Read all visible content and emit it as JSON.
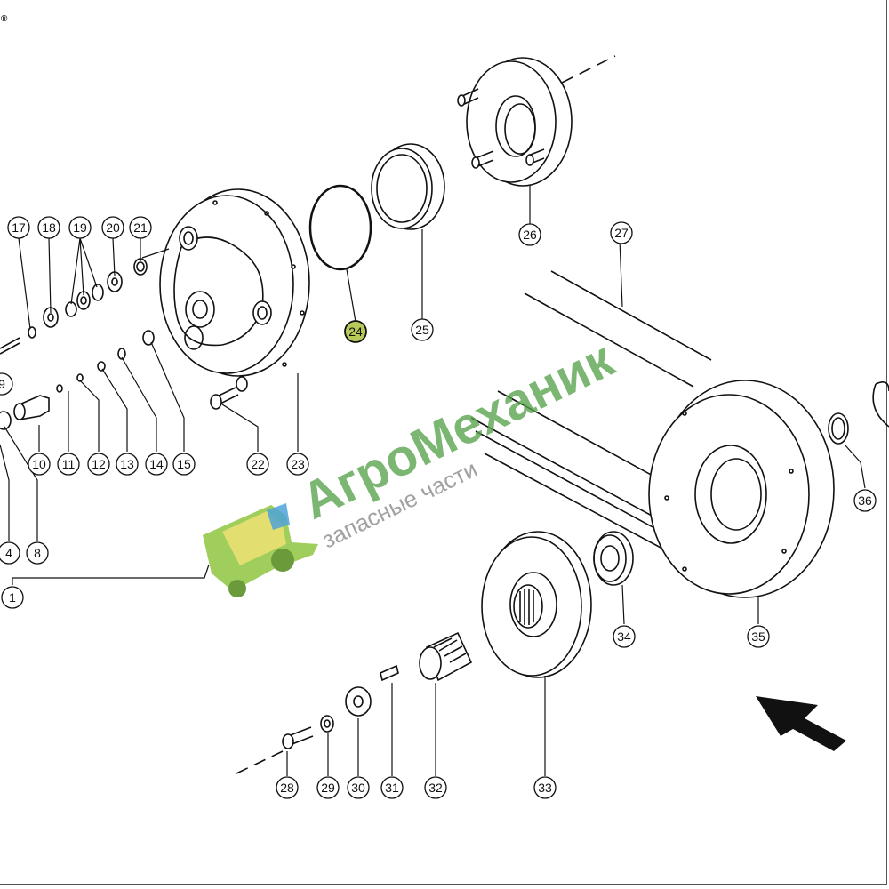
{
  "registered_mark": "®",
  "watermark": {
    "title": "АгроМеханик",
    "subtitle": "запасные части"
  },
  "colors": {
    "line": "#111111",
    "highlight": "#b9c95a",
    "watermark_green": "#56a14a",
    "watermark_gray": "#8a8a8a"
  },
  "highlighted_part": "24",
  "callouts": [
    "1",
    "4",
    "8",
    "9",
    "10",
    "11",
    "12",
    "13",
    "14",
    "15",
    "17",
    "18",
    "19",
    "20",
    "21",
    "22",
    "23",
    "24",
    "25",
    "26",
    "27",
    "28",
    "29",
    "30",
    "31",
    "32",
    "33",
    "34",
    "35",
    "36"
  ]
}
